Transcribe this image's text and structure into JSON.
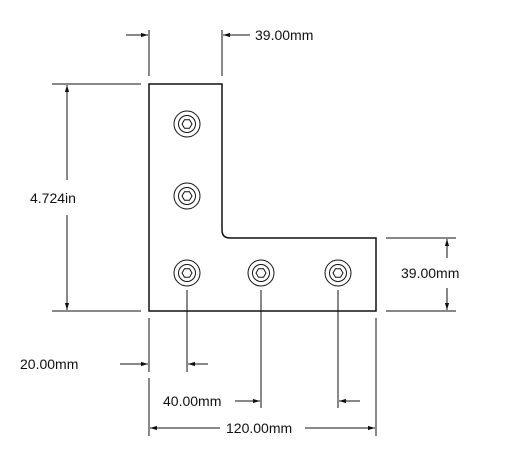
{
  "dimensions": {
    "top_width": "39.00mm",
    "height": "4.724in",
    "right_height": "39.00mm",
    "hole_offset": "20.00mm",
    "hole_spacing": "40.00mm",
    "total_width": "120.00mm"
  },
  "icons": {
    "hole": "hex-socket-screw-icon"
  }
}
